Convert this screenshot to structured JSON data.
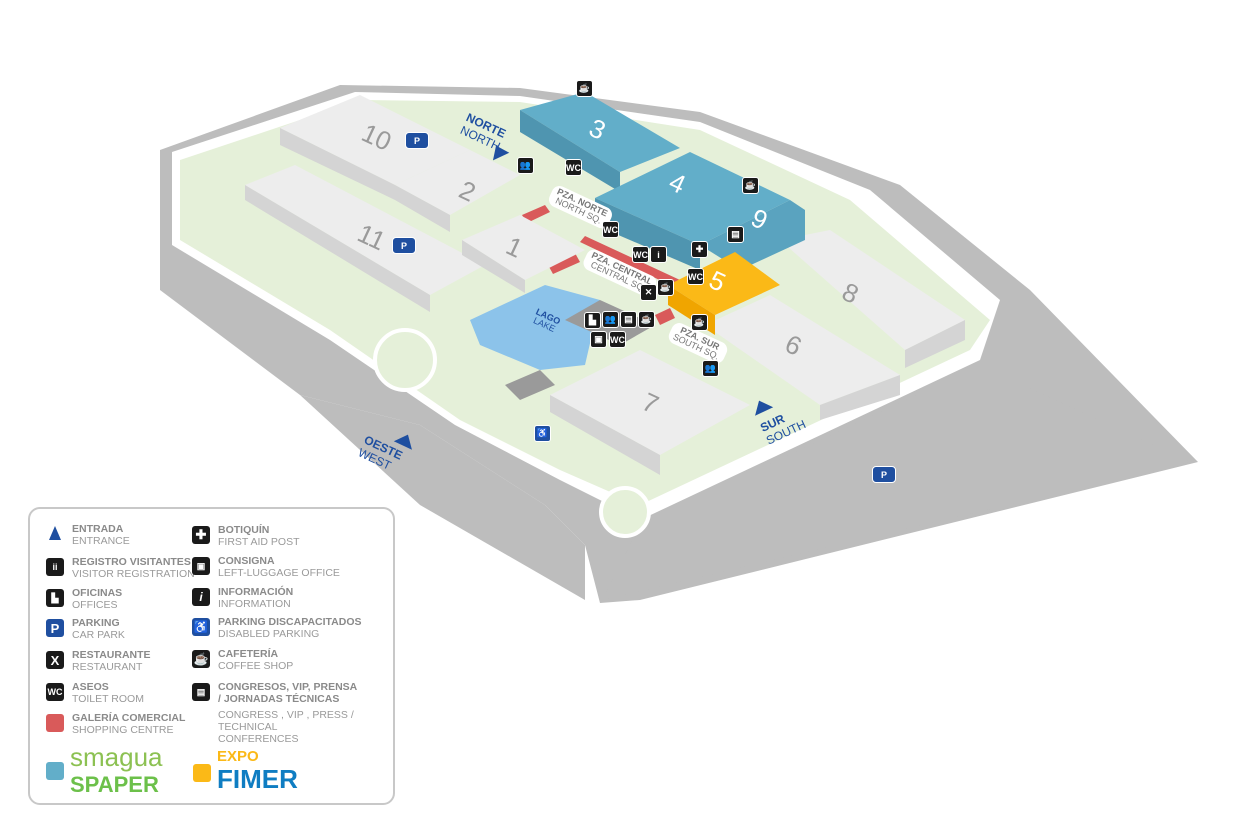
{
  "halls": [
    {
      "id": "10"
    },
    {
      "id": "2"
    },
    {
      "id": "11"
    },
    {
      "id": "1"
    },
    {
      "id": "3"
    },
    {
      "id": "4"
    },
    {
      "id": "9"
    },
    {
      "id": "5"
    },
    {
      "id": "8"
    },
    {
      "id": "6"
    },
    {
      "id": "7"
    }
  ],
  "squares": {
    "north": {
      "es": "PZA. NORTE",
      "en": "NORTH SQ."
    },
    "central": {
      "es": "PZA. CENTRAL",
      "en": "CENTRAL SQ."
    },
    "south": {
      "es": "PZA. SUR",
      "en": "SOUTH SQ."
    },
    "lake": {
      "es": "LAGO",
      "en": "LAKE"
    }
  },
  "entrances": {
    "north": {
      "es": "NORTE",
      "en": "NORTH"
    },
    "south": {
      "es": "SUR",
      "en": "SOUTH"
    },
    "west": {
      "es": "OESTE",
      "en": "WEST"
    }
  },
  "icon_glyphs": {
    "wc": "WC",
    "info": "i",
    "parking": "P",
    "first_aid": "✚",
    "coffee": "☕",
    "restaurant": "✕",
    "registration": "👥",
    "office": "▙",
    "luggage": "▣",
    "conference": "▤",
    "disabled": "♿"
  },
  "legend": {
    "items": [
      {
        "icon": "entrance-icon",
        "es": "ENTRADA",
        "en": "ENTRANCE"
      },
      {
        "icon": "registration-icon",
        "glyph": "ii",
        "es": "REGISTRO VISITANTES",
        "en": "VISITOR REGISTRATION"
      },
      {
        "icon": "office-icon",
        "glyph": "▙",
        "es": "OFICINAS",
        "en": "OFFICES"
      },
      {
        "icon": "parking-icon",
        "glyph": "P",
        "es": "PARKING",
        "en": "CAR PARK"
      },
      {
        "icon": "restaurant-icon",
        "glyph": "X",
        "es": "RESTAURANTE",
        "en": "RESTAURANT"
      },
      {
        "icon": "toilet-icon",
        "glyph": "WC",
        "es": "ASEOS",
        "en": "TOILET ROOM"
      },
      {
        "icon": "shopping-icon",
        "es": "GALERÍA COMERCIAL",
        "en": "SHOPPING CENTRE"
      },
      {
        "icon": "first-aid-icon",
        "glyph": "✚",
        "es": "BOTIQUÍN",
        "en": "FIRST AID POST"
      },
      {
        "icon": "luggage-icon",
        "glyph": "▣",
        "es": "CONSIGNA",
        "en": "LEFT-LUGGAGE OFFICE"
      },
      {
        "icon": "info-icon",
        "glyph": "i",
        "es": "INFORMACIÓN",
        "en": "INFORMATION"
      },
      {
        "icon": "disabled-parking-icon",
        "glyph": "♿",
        "es": "PARKING DISCAPACITADOS",
        "en": "DISABLED PARKING"
      },
      {
        "icon": "coffee-icon",
        "glyph": "☕",
        "es": "CAFETERÍA",
        "en": "COFFEE SHOP"
      },
      {
        "icon": "conference-icon",
        "glyph": "▤",
        "es": "CONGRESOS, VIP, PRENSA / JORNADAS TÉCNICAS",
        "en": "CONGRESS , VIP , PRESS / TECHNICAL CONFERENCES"
      }
    ],
    "brands": {
      "smagua": "smagua",
      "spaper": "SPAPER",
      "expo": "EXPO",
      "fimer": "FIMER"
    }
  },
  "colors": {
    "smagua": "#62aec9",
    "fimer": "#fbb917",
    "shopping": "#d95a5a",
    "entrance": "#1f4fa0",
    "green": "#e5f0d9",
    "road": "#bdbdbd",
    "lake": "#8cc3ea"
  }
}
